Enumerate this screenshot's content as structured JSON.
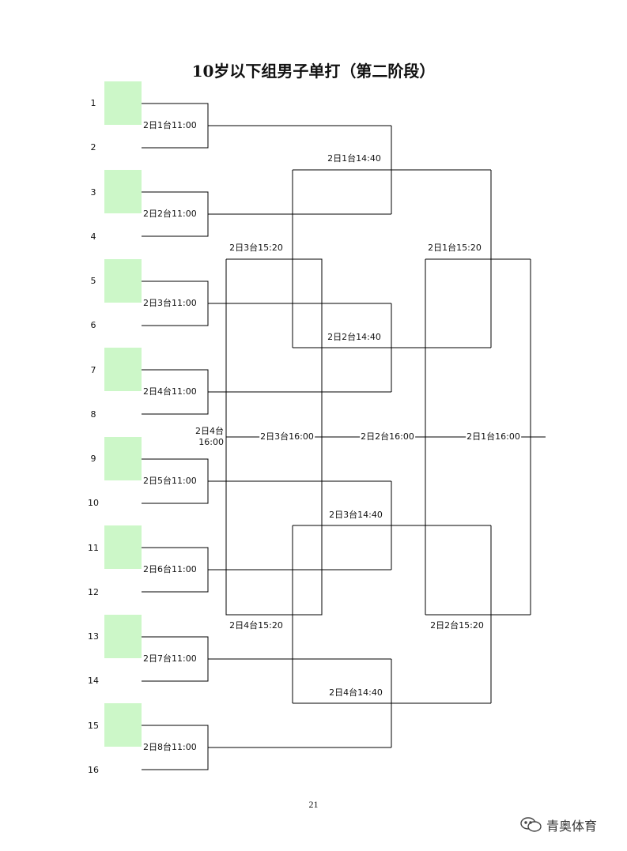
{
  "title": "10岁以下组男子单打（第二阶段）",
  "seeds": [
    "1",
    "2",
    "3",
    "4",
    "5",
    "6",
    "7",
    "8",
    "9",
    "10",
    "11",
    "12",
    "13",
    "14",
    "15",
    "16"
  ],
  "round1": [
    "2日1台11:00",
    "2日2台11:00",
    "2日3台11:00",
    "2日4台11:00",
    "2日5台11:00",
    "2日6台11:00",
    "2日7台11:00",
    "2日8台11:00"
  ],
  "round2": [
    "2日1台14:40",
    "2日2台14:40",
    "2日3台14:40",
    "2日4台14:40"
  ],
  "upper_r3": [
    "2日1台15:20",
    "2日2台15:20"
  ],
  "upper_final": "2日1台16:00",
  "lower_r1": [
    "2日3台15:20",
    "2日4台15:20"
  ],
  "lower_r2": "2日4台16:00",
  "lower_r3": "2日3台16:00",
  "lower_r4": "2日2台16:00",
  "page_number": "21",
  "watermark": "青奥体育",
  "colors": {
    "seed_box": "#ccf7c8",
    "line": "#000000"
  }
}
